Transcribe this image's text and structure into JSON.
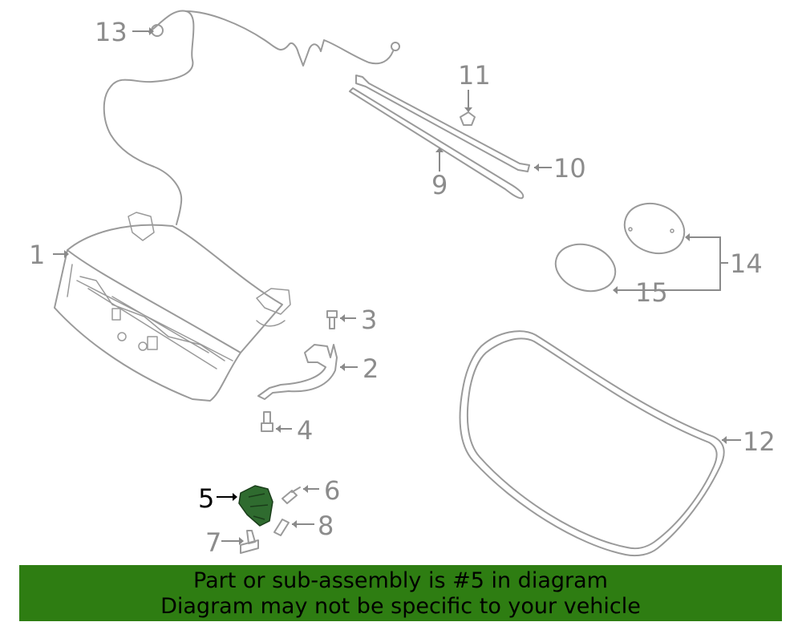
{
  "callouts": {
    "c1": "1",
    "c2": "2",
    "c3": "3",
    "c4": "4",
    "c5": "5",
    "c6": "6",
    "c7": "7",
    "c8": "8",
    "c9": "9",
    "c10": "10",
    "c11": "11",
    "c12": "12",
    "c13": "13",
    "c14": "14",
    "c15": "15"
  },
  "highlighted_part": "5",
  "colors": {
    "highlight": "#2f6b2f",
    "banner": "#2e7d12",
    "line": "#9a9a9a"
  },
  "banner": {
    "line1": "Part or sub-assembly is #5 in diagram",
    "line2": "Diagram may not be specific to your vehicle"
  }
}
